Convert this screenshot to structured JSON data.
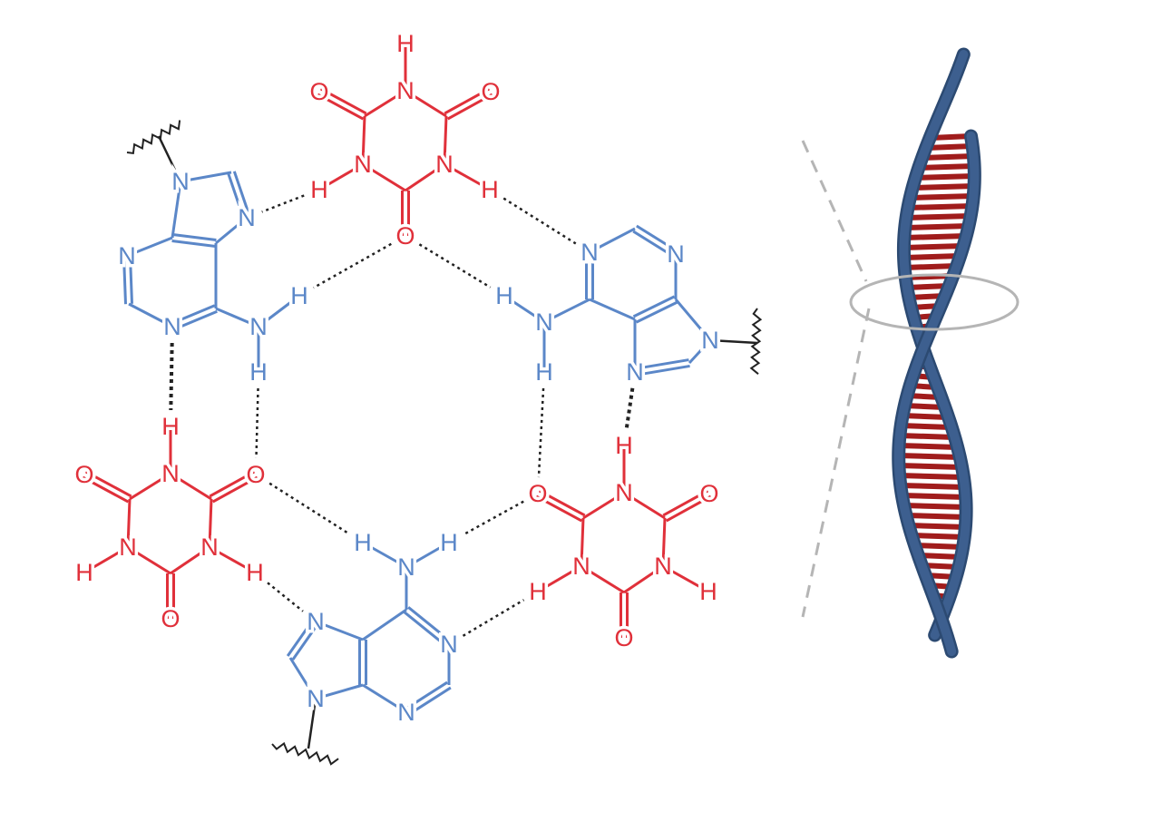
{
  "colors": {
    "cyanuric": "#e0303a",
    "adenine": "#5b87c8",
    "hbond": "#222222",
    "helix": "#3d5f8f",
    "rung": "#a01c1c",
    "guide": "#b5b5b5"
  },
  "cyanuric_acid_units": [
    {
      "name": "cyanuric-top",
      "atoms": [
        "H",
        "N",
        "O",
        "O",
        "N",
        "N",
        "O",
        "H",
        "H"
      ]
    },
    {
      "name": "cyanuric-bottom-left",
      "atoms": [
        "H",
        "N",
        "O",
        "O",
        "N",
        "N",
        "O",
        "H",
        "H"
      ]
    },
    {
      "name": "cyanuric-bottom-right",
      "atoms": [
        "H",
        "N",
        "O",
        "O",
        "N",
        "N",
        "O",
        "H",
        "H"
      ]
    }
  ],
  "adenine_units": [
    {
      "name": "adenine-top-left",
      "atoms": [
        "N",
        "N",
        "N",
        "N",
        "N",
        "H",
        "H"
      ]
    },
    {
      "name": "adenine-right",
      "atoms": [
        "N",
        "N",
        "N",
        "N",
        "N",
        "H",
        "H"
      ]
    },
    {
      "name": "adenine-bottom",
      "atoms": [
        "N",
        "N",
        "N",
        "N",
        "N",
        "H",
        "H"
      ]
    }
  ]
}
